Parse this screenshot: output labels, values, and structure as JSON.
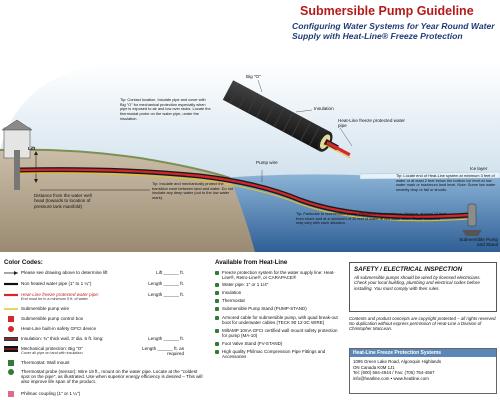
{
  "header": {
    "title": "Submersible Pump Guideline",
    "subtitle": "Configuring Water Systems for Year Round Water Supply with Heat-Line® Freeze Protection"
  },
  "diagram": {
    "big_o": "Big \"O\"",
    "insulation": "Insulation",
    "heatline_cable": "Heat-Line freeze protected water pipe",
    "pump_wire": "Pump wire",
    "lift": "Lift",
    "distance": "Distance from the water well head (towards to location of pressure tank manifold)",
    "ice_layer": "Ice layer",
    "pump_stand": "Submersible Pump and Stand",
    "tip1": "Tip: Contact location. Insulate pipe and cover with Big \"O\" for mechanical protection especially when pipe is exposed to air and low over racks. Locate the thermostat probe on the water pipe, under the insulation.",
    "tip2": "Tip: Insulate and mechanically protect the transition zone between land and water. Do not insulate any deep water (out to the low water mark).",
    "tip3": "Tip: Locate end of Heat-Line system at minimum 3 feet of water or at least 2 feet below the bottom ice level at low water mark or maximum land level. Note: Some low water severity drop or fall or shoots.",
    "tip4": "Tip: Particular to submersible pump: Recommended minimum distance, at least 10 feet from shore and at a minimum of 10 feet of water at low water level. Those distances may vary with each situation."
  },
  "color_codes": {
    "heading": "Color Codes:",
    "rows": [
      {
        "text": "Please see drawing above to determine lift",
        "blank": "Lift ______ ft."
      },
      {
        "text": "Non heated water pipe (1\" to 1 ¼\")",
        "blank": "Length ______ ft."
      },
      {
        "text": "Heat-Line freeze protected water pipe:",
        "sub": "End must be in a minimum 5 ft. of water",
        "blank": "Length ______ ft."
      },
      {
        "text": "Submersible pump wire",
        "blank": ""
      },
      {
        "text": "Submersible pump control box",
        "blank": ""
      },
      {
        "text": "Heat-Line built-in safety GFCI device",
        "blank": ""
      },
      {
        "text": "Insulation: ¾\" thick wall, 3' dia. 6 ft. long:",
        "blank": "Length ______ ft."
      },
      {
        "text": "Mechanical protection: Big \"O\"",
        "sub": "Cover all pipe on land with insulation",
        "blank": "Length ______ ft. as required"
      },
      {
        "text": "Thermostat: Wall mount",
        "blank": ""
      },
      {
        "text": "Thermostat probe (sensor): Wire 19 ft., mount on the water pipe. Locate at the \"coldest spot on the pipe\", as illustrated. Use when superior energy efficiency is desired – This will also improve life span of the product.",
        "blank": ""
      },
      {
        "text": "Philmac coupling (1\" or 1 ¼\")",
        "blank": ""
      }
    ]
  },
  "available": {
    "heading": "Available from Heat-Line",
    "items": [
      "Freeze protection system for the water supply line: Heat-Line®, Retro-Line®, or CARAPACE®",
      "Water pipe: 1\" or 1 1/4\"",
      "Insulation",
      "Thermostat",
      "Submersible Pump Stand (PUMP-STAND)",
      "Armored cable for submersible pump, with quad break-out boot for underwater cables (TECK 90 12-3C WIRE)",
      "MiltAMP 10mA GFCI certified wall mount safety protection for pump (MA-10)",
      "Foot Valve Stand (FV-STAND)",
      "High quality Philmac Compression Pipe Fittings and Accessories"
    ]
  },
  "safety": {
    "title": "SAFETY / ELECTRICAL INSPECTION",
    "text": "All submersible pumps should be wired by licensed electricians. Check your local building, plumbing and electrical codes before installing. You must comply with their rules."
  },
  "copyright": "Contents and product concepts are copyright protected – all rights reserved. No duplication without express permission of Heat-Line a Division of Christopher MacLean.",
  "contact": {
    "company": "Heat-Line Freeze Protection Systems",
    "address1": "1095 Green Lake Road, Algonquin Highlands",
    "address2": "ON Canada K0M 1J1",
    "phone": "Tel: (800) 584-4944  /  Fax: (705) 754-4567",
    "web": "info@heatline.com  •  www.heatline.com"
  },
  "colors": {
    "sky": "#d3e3ee",
    "water": "#4e83b7",
    "land": "#b5a58d",
    "heatline": "#d9262b",
    "pump_wire": "#e6c21a",
    "brand": "#b51a1a"
  }
}
